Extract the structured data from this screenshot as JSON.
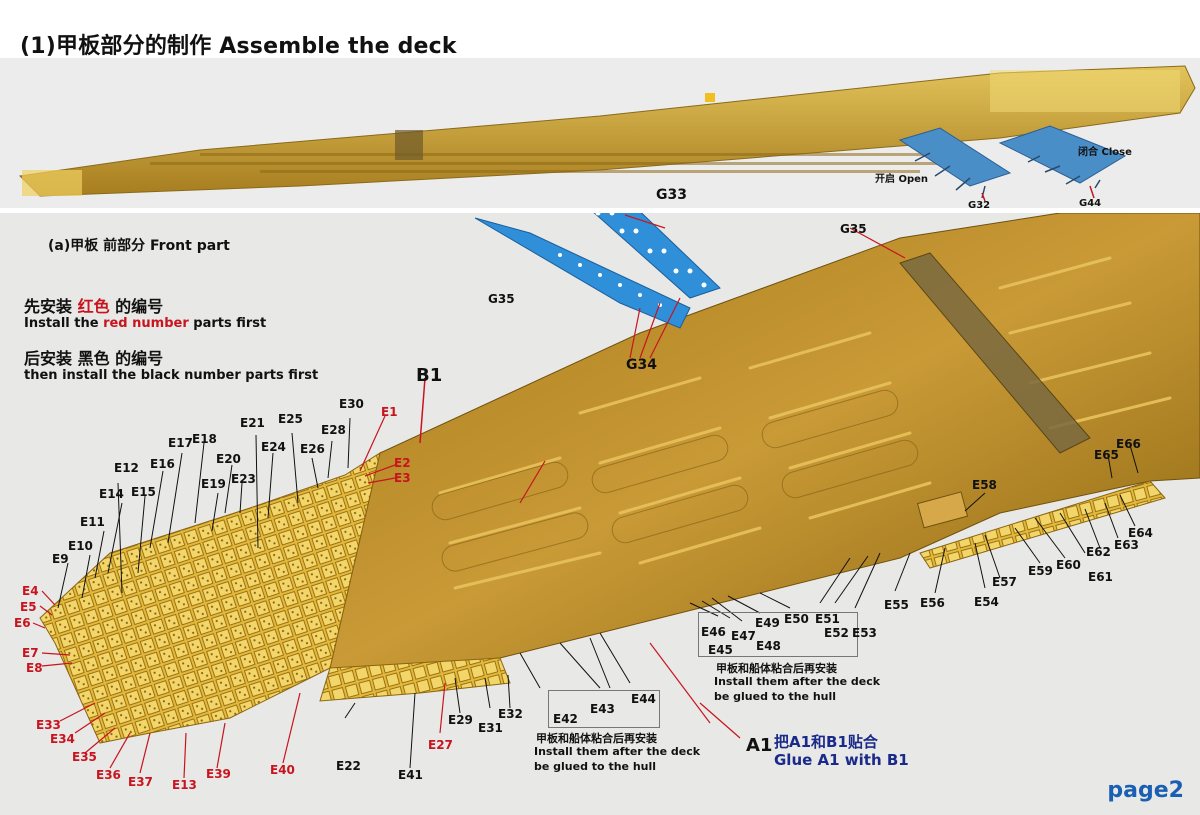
{
  "title": "(1)甲板部分的制作 Assemble the deck",
  "section": "(a)甲板 前部分 Front part",
  "instr": {
    "red_cn_prefix": "先安装 ",
    "red_cn_word": "红色",
    "red_cn_suffix": " 的编号",
    "red_en_prefix": "Install the ",
    "red_en_word": "red number",
    "red_en_suffix": " parts first",
    "black_cn": "后安装 黑色 的编号",
    "black_en": "then install the black number parts first"
  },
  "top_insets": {
    "open": "开启 Open",
    "close": "闭合 Close",
    "g32": "G32",
    "g44": "G44"
  },
  "parts": {
    "g33": "G33",
    "g34": "G34",
    "g35a": "G35",
    "g35b": "G35",
    "b1": "B1",
    "a1": "A1"
  },
  "glue": {
    "cn": "把A1和B1贴合",
    "en": "Glue A1 with B1"
  },
  "note_right": {
    "cn": "甲板和船体粘合后再安装",
    "en1": "Install them after the deck",
    "en2": "be glued to the hull"
  },
  "note_bottom": {
    "cn": "甲板和船体粘合后再安装",
    "en1": "Install them after the deck",
    "en2": "be glued to the hull"
  },
  "red_labels": [
    "E1",
    "E2",
    "E3",
    "E4",
    "E5",
    "E6",
    "E7",
    "E8",
    "E33",
    "E34",
    "E35",
    "E36",
    "E37",
    "E13",
    "E39",
    "E40",
    "E27"
  ],
  "black_labels": [
    "E9",
    "E10",
    "E11",
    "E12",
    "E14",
    "E15",
    "E16",
    "E17",
    "E18",
    "E19",
    "E20",
    "E21",
    "E22",
    "E23",
    "E24",
    "E25",
    "E26",
    "E28",
    "E29",
    "E30",
    "E31",
    "E32",
    "E41",
    "E42",
    "E43",
    "E44",
    "E45",
    "E46",
    "E47",
    "E48",
    "E49",
    "E50",
    "E51",
    "E52",
    "E53",
    "E54",
    "E55",
    "E56",
    "E57",
    "E58",
    "E59",
    "E60",
    "E61",
    "E62",
    "E63",
    "E64",
    "E65",
    "E66"
  ],
  "page": "page2",
  "colors": {
    "red": "#c8141e",
    "navy": "#1a2a8a",
    "brass": "#c9a43a",
    "blue_part": "#2f8fd8"
  }
}
